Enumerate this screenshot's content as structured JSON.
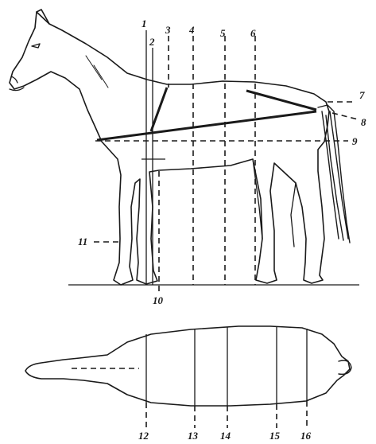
{
  "figure": {
    "side_view": {
      "labels": [
        "1",
        "2",
        "3",
        "4",
        "5",
        "6",
        "7",
        "8",
        "9",
        "10",
        "11"
      ]
    },
    "top_view": {
      "labels": [
        "12",
        "13",
        "14",
        "15",
        "16"
      ]
    }
  }
}
